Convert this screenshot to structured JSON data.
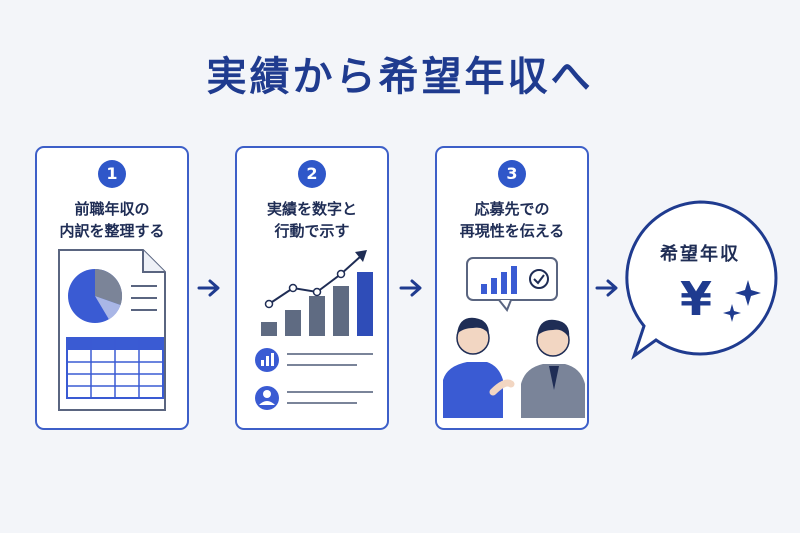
{
  "title": "実績から希望年収へ",
  "steps": [
    {
      "number": "1",
      "line1": "前職年収の",
      "line2": "内訳を整理する"
    },
    {
      "number": "2",
      "line1": "実績を数字と",
      "line2": "行動で示す"
    },
    {
      "number": "3",
      "line1": "応募先での",
      "line2": "再現性を伝える"
    }
  ],
  "goal": {
    "label": "希望年収",
    "symbol": "¥"
  },
  "colors": {
    "primary": "#2f57c9",
    "dark": "#1f3b8f",
    "text": "#1f2d55",
    "slate": "#5f6b82"
  }
}
